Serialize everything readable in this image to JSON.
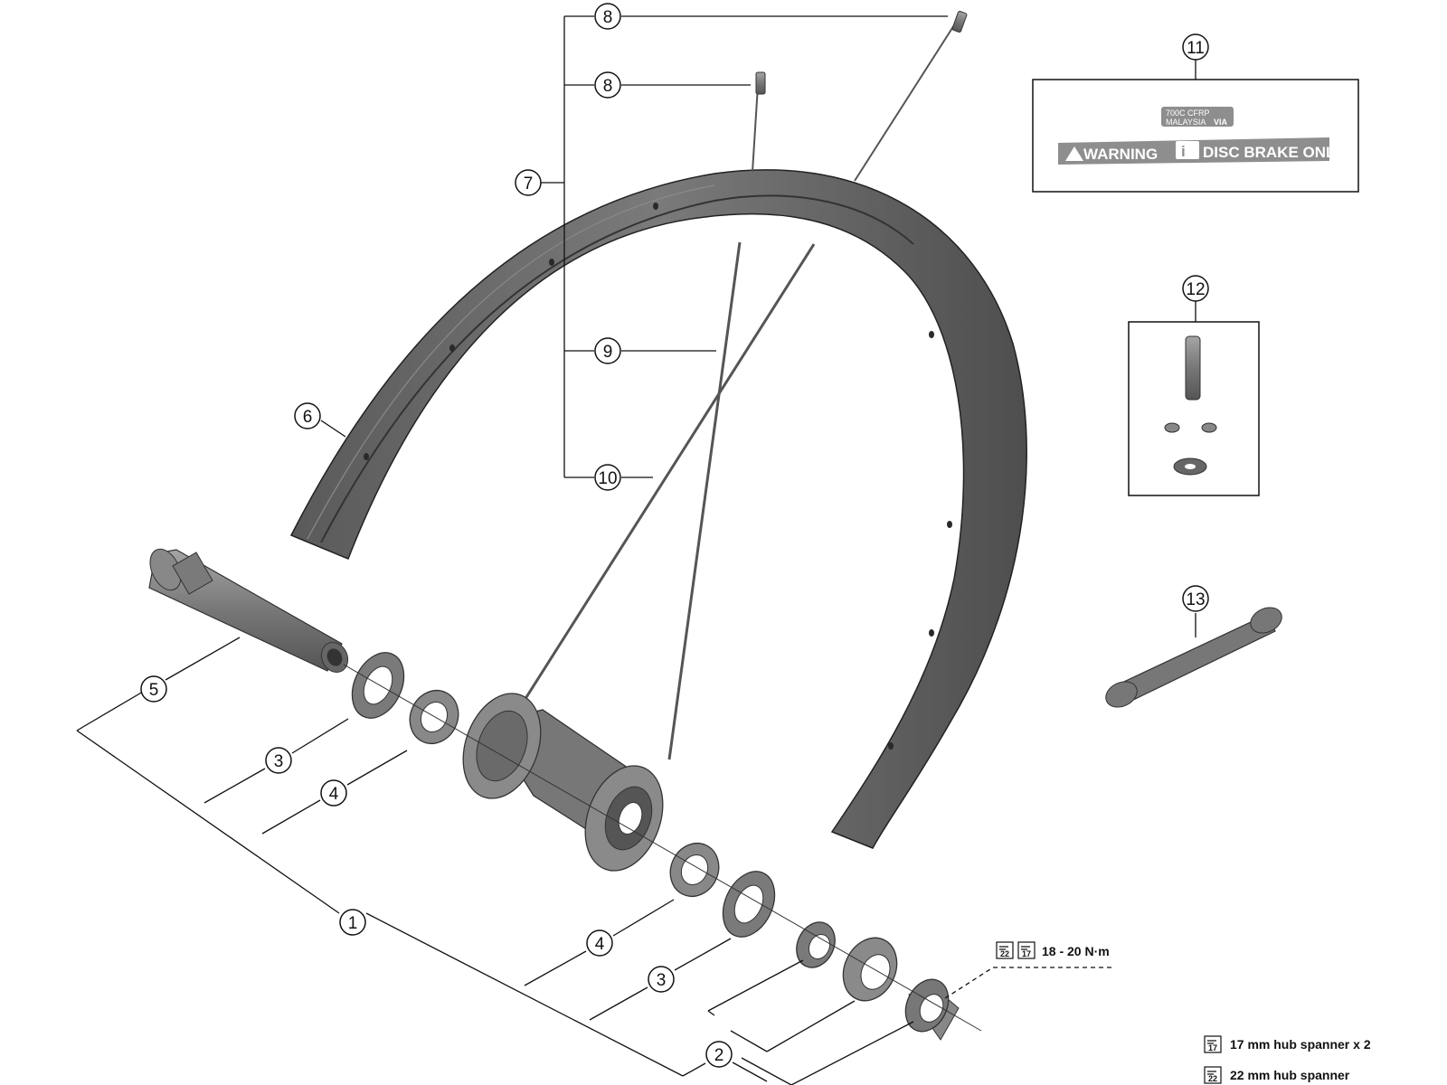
{
  "callouts": {
    "c1": "1",
    "c2": "2",
    "c3a": "3",
    "c3b": "3",
    "c4a": "4",
    "c4b": "4",
    "c5": "5",
    "c6": "6",
    "c7": "7",
    "c8a": "8",
    "c8b": "8",
    "c9": "9",
    "c10": "10",
    "c11": "11",
    "c12": "12",
    "c13": "13"
  },
  "decal": {
    "line1": "700C  CFRP",
    "line2": "MALAYSIA",
    "via": "VIA",
    "warning": "WARNING",
    "info_glyph": "i",
    "disc": "DISC BRAKE ONLY!"
  },
  "torque": {
    "tool_a": "22",
    "tool_b": "17",
    "value": "18 - 20 N·m"
  },
  "legend": {
    "items": [
      {
        "tool": "17",
        "label": "17 mm hub spanner x 2"
      },
      {
        "tool": "22",
        "label": "22 mm hub spanner"
      }
    ]
  },
  "colors": {
    "part_fill": "#6e6e6e",
    "part_dark": "#3e3e3e",
    "part_light": "#9a9a9a",
    "line": "#111111",
    "decal_bg": "#8e8e8e"
  }
}
